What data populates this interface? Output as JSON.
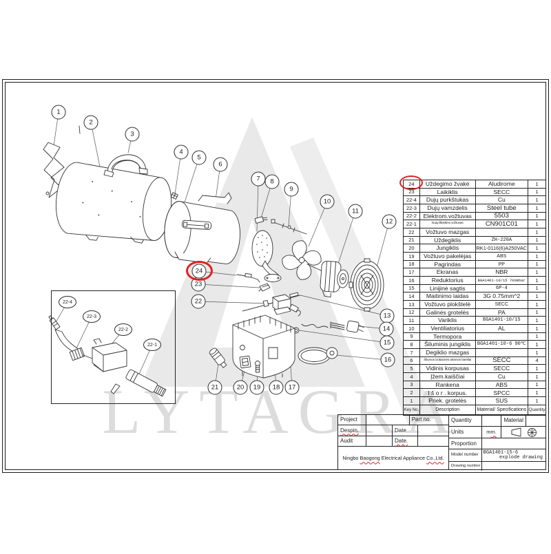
{
  "watermark": {
    "text": "LYTAGRA"
  },
  "diagram": {
    "balloons": [
      "1",
      "2",
      "3",
      "4",
      "5",
      "6",
      "7",
      "8",
      "9",
      "10",
      "11",
      "12",
      "13",
      "14",
      "15",
      "16",
      "17",
      "18",
      "19",
      "20",
      "21",
      "22",
      "23",
      "24"
    ],
    "inset_balloons": [
      "22-4",
      "22-3",
      "22-2",
      "22-1"
    ],
    "highlighted_balloon": "24",
    "highlight_color": "#e02020"
  },
  "parts_table": {
    "headers": {
      "key": "Key No.",
      "desc": "Description",
      "spec": "Material/ Specifications",
      "qty": "Quantity"
    },
    "rows": [
      {
        "key": "24",
        "desc": "Uždegimo žvakė",
        "spec": "Aludirome",
        "qty": "1",
        "spec_class": "w"
      },
      {
        "key": "23",
        "desc": "Laikiklis",
        "spec": "SECC",
        "qty": "1"
      },
      {
        "key": "22-4",
        "desc": "Dujų purkštukas",
        "spec": "Cu",
        "qty": "1"
      },
      {
        "key": "22-3",
        "desc": "Dujų vamzdelis",
        "spec": "Steel tube",
        "qty": "1",
        "spec_class": "big"
      },
      {
        "key": "22-2",
        "desc": "Elektrom.vožtuvas",
        "spec": "5503",
        "qty": "1",
        "spec_class": "big"
      },
      {
        "key": "22-1",
        "desc": "Dujų išleidimo vožtuvas",
        "spec": "CN901C01",
        "qty": "1",
        "desc_class": "tiny",
        "spec_class": "big"
      },
      {
        "key": "22",
        "desc": "Vožtuvo mazgas",
        "spec": "",
        "qty": "1"
      },
      {
        "key": "21",
        "desc": "Uždegiklis",
        "spec": "ZH-220A",
        "qty": "1",
        "spec_class": "mono-s"
      },
      {
        "key": "20",
        "desc": "Jungiklis",
        "spec": "RK1-0116(6)A250VAC",
        "qty": "1",
        "spec_class": "fit"
      },
      {
        "key": "19",
        "desc": "Vožtuvo pakelėjas",
        "spec": "ABS",
        "qty": "1",
        "desc_class": "w",
        "spec_class": "small"
      },
      {
        "key": "18",
        "desc": "Pagrindas",
        "spec": "PP",
        "qty": "1",
        "desc_class": "w",
        "spec_class": "small"
      },
      {
        "key": "17",
        "desc": "Ekranas",
        "spec": "NBR",
        "qty": "1",
        "desc_class": "w"
      },
      {
        "key": "16",
        "desc": "Reduktorius",
        "spec": "BGA1401-10/15  700mbar",
        "qty": "1",
        "desc_class": "w",
        "spec_class": "mono-t"
      },
      {
        "key": "15",
        "desc": "Linijinė sagtis",
        "spec": "6P-4",
        "qty": "1",
        "desc_class": "w",
        "spec_class": "mono-s"
      },
      {
        "key": "14",
        "desc": "Maitinimo laidas",
        "spec": "3G 0.75mm^2",
        "qty": "1"
      },
      {
        "key": "13",
        "desc": "Vožtuvo plokštelė",
        "spec": "SECC",
        "qty": "1",
        "spec_class": "small"
      },
      {
        "key": "12",
        "desc": "Galinės grotelės",
        "spec": "PA",
        "qty": "1"
      },
      {
        "key": "11",
        "desc": "Variklis",
        "spec": "BGA1401-10/15",
        "qty": "1",
        "spec_class": "mono-s"
      },
      {
        "key": "10",
        "desc": "Ventiliatorius",
        "spec": "AL",
        "qty": "1"
      },
      {
        "key": "9",
        "desc": "Termopora",
        "spec": "",
        "qty": "1"
      },
      {
        "key": "8",
        "desc": "Šiluminis jungiklis",
        "spec": "BGA1401-10-6  90℃",
        "qty": "1",
        "spec_class": "mono-s"
      },
      {
        "key": "7",
        "desc": "Degiklio mazgas",
        "spec": "",
        "qty": "1"
      },
      {
        "key": "6",
        "desc": "Šilumos izoliacinės atramos bareliai",
        "spec": "SECC",
        "qty": "4",
        "desc_class": "tiny",
        "spec_class": "big"
      },
      {
        "key": "5",
        "desc": "Vidinis korpusas",
        "spec": "SECC",
        "qty": "1",
        "spec_class": "w"
      },
      {
        "key": "4",
        "desc": "Įžem.kaiščiai",
        "spec": "Cu",
        "qty": "1"
      },
      {
        "key": "3",
        "desc": "Rankena",
        "spec": "ABS",
        "qty": "1"
      },
      {
        "key": "2",
        "desc": "I š o r .   korpus.",
        "spec": "SPCC",
        "qty": "1"
      },
      {
        "key": "1",
        "desc": "Priek. grotelės",
        "spec": "SUS",
        "qty": "1"
      }
    ]
  },
  "title_block": {
    "project_label": "Project",
    "part_no_label": "Part no.",
    "quantity_label": "Quantity",
    "material_label": "Material",
    "designer_label": "Despin.",
    "date_label_1": "Date",
    "audit_label": "Audit",
    "date_label_2": "Date.",
    "units_label": "Units",
    "units_value_1": "m ",
    "units_value_2": "m.",
    "proportion_label": "Proportion",
    "model_label": "Model number",
    "model_number": "BGA1401-15-6",
    "model_note": "explode drawing",
    "drawing_label": "Drawing number",
    "company_pre": "Ningbo ",
    "company_brand": "Baogong",
    "company_mid": " Electrical Appliance ",
    "company_co": "Co.,Ltd."
  }
}
